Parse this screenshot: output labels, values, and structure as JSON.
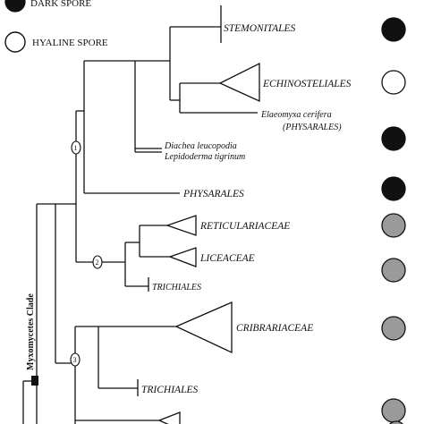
{
  "legend": {
    "dark": {
      "label": "DARK SPORE",
      "color": "#111111"
    },
    "hyaline": {
      "label": "HYALINE SPORE",
      "color": "#ffffff"
    }
  },
  "clade_label": "Myxomycetes Clade",
  "node_labels": [
    "1",
    "2",
    "3"
  ],
  "taxa": {
    "stemonitales": "STEMONITALES",
    "echinosteliales": "ECHINOSTELIALES",
    "elaeomyxa": "Elaeomyxa cerifera",
    "elaeomyxa_sub": "(PHYSARALES)",
    "diachea": "Diachea leucopodia",
    "lepidoderma": "Lepidoderma tigrinum",
    "physarales": "PHYSARALES",
    "reticulariaceae": "RETICULARIACEAE",
    "liceaceae": "LICEACEAE",
    "trichiales_1": "TRICHIALES",
    "cribrariaceae": "CRIBRARIACEAE",
    "trichiales_2": "TRICHIALES"
  },
  "spore_colors": {
    "dark": "#111111",
    "hyaline": "#ffffff",
    "grey": "#9a9a9a"
  }
}
